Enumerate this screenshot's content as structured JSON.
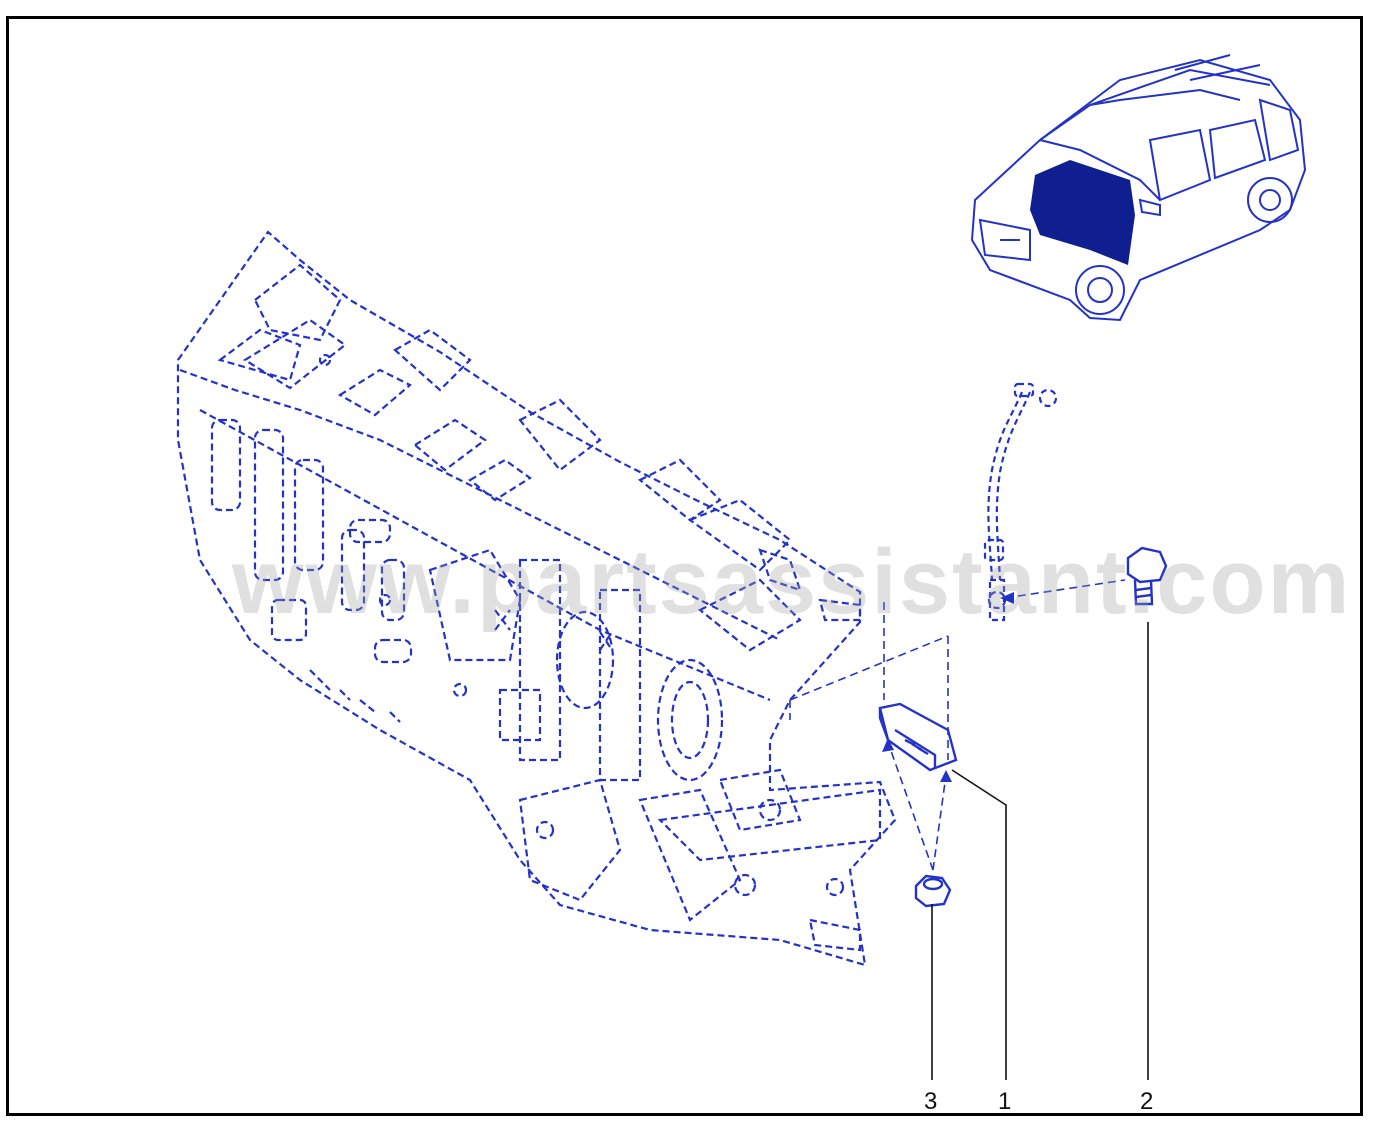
{
  "diagram": {
    "watermark": "www.partsassistant.com",
    "callouts": [
      {
        "id": "3",
        "label": "3"
      },
      {
        "id": "1",
        "label": "1"
      },
      {
        "id": "2",
        "label": "2"
      }
    ],
    "colors": {
      "line": "#1f2fbf",
      "highlight": "#0f1f8f",
      "leader": "#111111",
      "frame": "#000000"
    }
  }
}
